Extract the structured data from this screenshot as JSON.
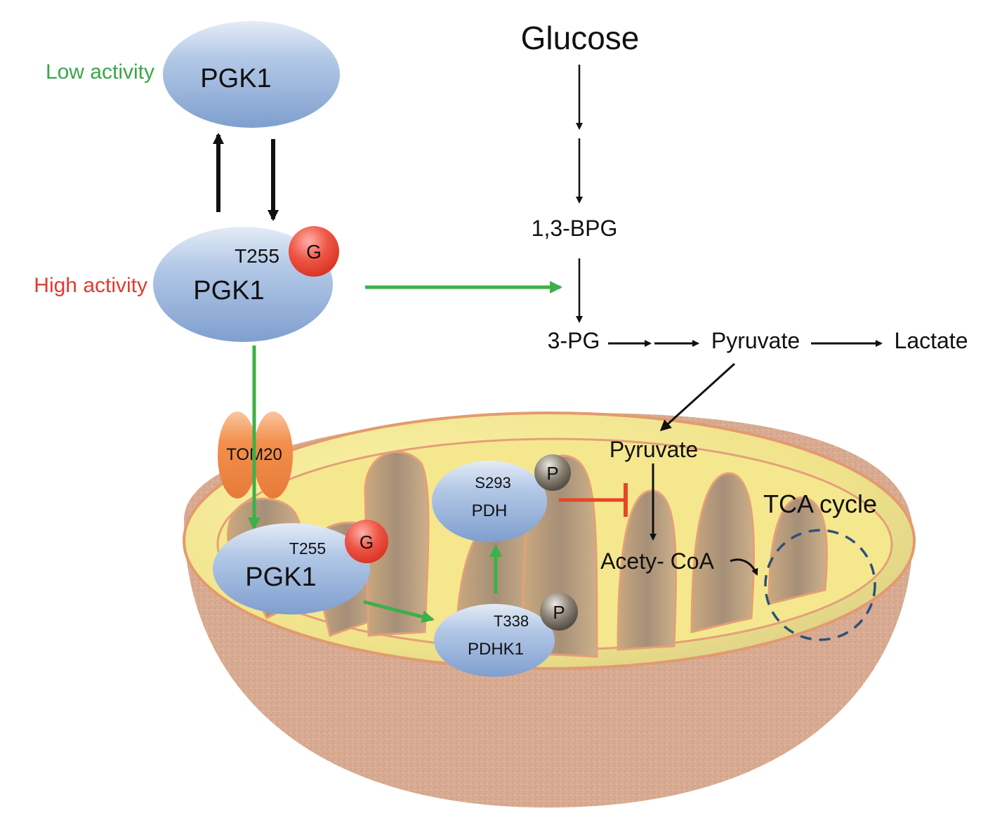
{
  "colors": {
    "low_activity": "#3aa64a",
    "high_activity": "#e23b30",
    "protein_fill": "#9fb9dd",
    "glyco_badge": "#e03a2c",
    "phospho_badge": "#5e564c",
    "tom20": "#f08a45",
    "green_arrow": "#3db049",
    "inhibit": "#e64528",
    "tca_dash": "#2f4f7a",
    "matrix": "#f8e98a",
    "outer_shell": "#d9ae94"
  },
  "cytosol": {
    "low_activity_label": "Low activity",
    "high_activity_label": "High activity",
    "pgk1_low": {
      "name": "PGK1"
    },
    "pgk1_high": {
      "name": "PGK1",
      "site": "T255",
      "modification": "G"
    }
  },
  "glycolysis": {
    "glucose": "Glucose",
    "bpg": "1,3-BPG",
    "pg3": "3-PG",
    "pyruvate": "Pyruvate",
    "lactate": "Lactate"
  },
  "mitochondrion": {
    "tom20": "TOM20",
    "pgk1": {
      "name": "PGK1",
      "site": "T255",
      "modification": "G"
    },
    "pdh": {
      "name": "PDH",
      "site": "S293",
      "modification": "P"
    },
    "pdhk1": {
      "name": "PDHK1",
      "site": "T338",
      "modification": "P"
    },
    "pyruvate": "Pyruvate",
    "acetyl_coa": "Acety- CoA",
    "tca": "TCA cycle"
  }
}
